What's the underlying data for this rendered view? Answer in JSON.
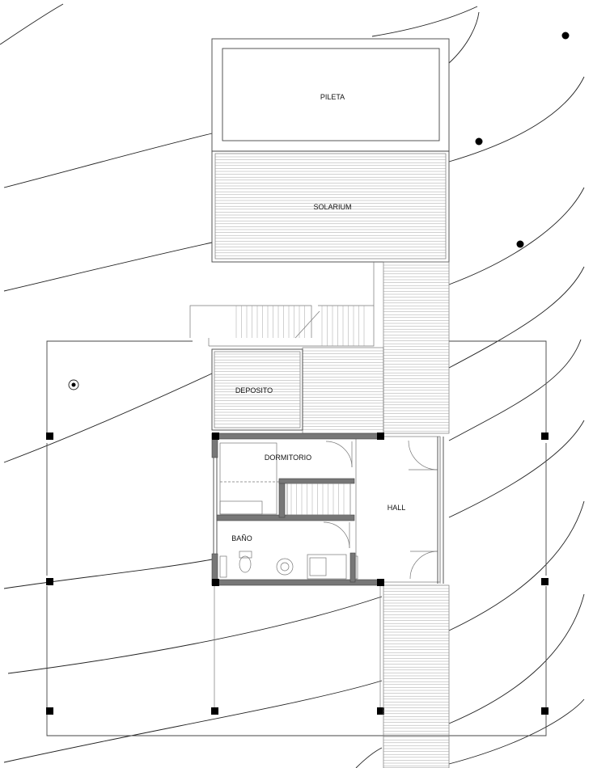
{
  "plan": {
    "rooms": {
      "pool": "PILETA",
      "solarium": "SOLARIUM",
      "storage": "DEPOSITO",
      "bedroom": "DORMITORIO",
      "hall": "HALL",
      "bathroom": "BAÑO"
    }
  }
}
